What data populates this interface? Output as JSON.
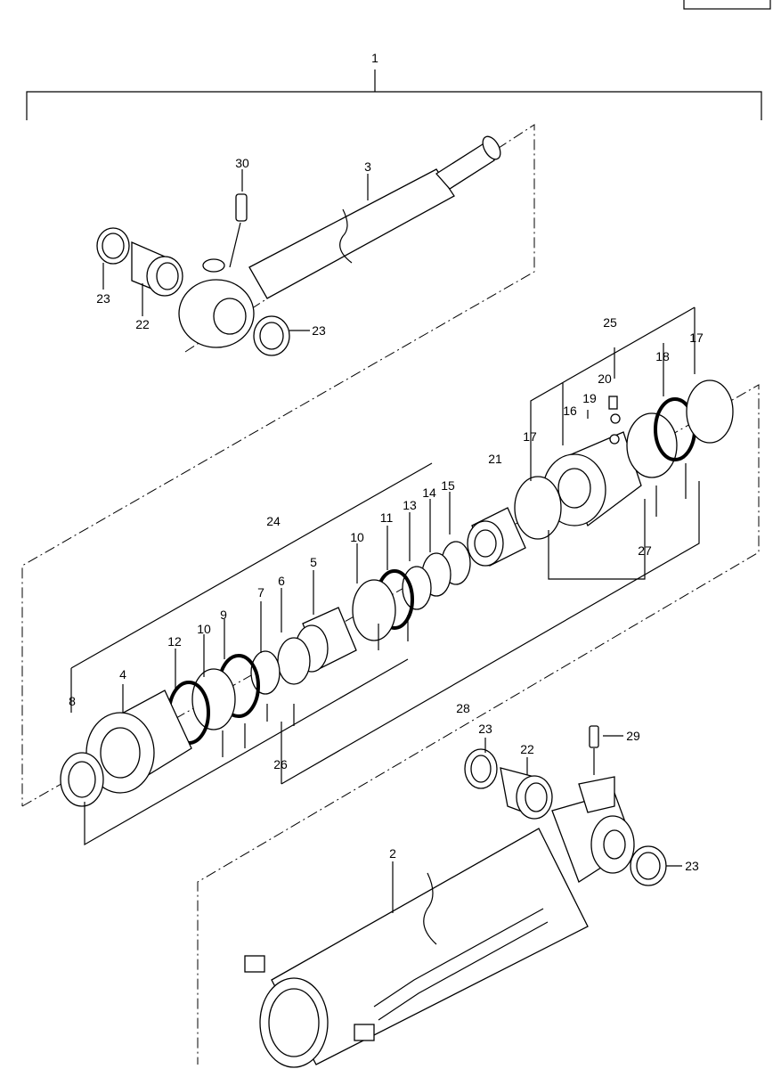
{
  "diagram": {
    "title_box": "",
    "callouts": [
      {
        "id": "c1",
        "label": "1"
      },
      {
        "id": "c3",
        "label": "3"
      },
      {
        "id": "c30",
        "label": "30"
      },
      {
        "id": "c23a",
        "label": "23"
      },
      {
        "id": "c22a",
        "label": "22"
      },
      {
        "id": "c23b",
        "label": "23"
      },
      {
        "id": "c25",
        "label": "25"
      },
      {
        "id": "c17a",
        "label": "17"
      },
      {
        "id": "c18",
        "label": "18"
      },
      {
        "id": "c20",
        "label": "20"
      },
      {
        "id": "c19",
        "label": "19"
      },
      {
        "id": "c16",
        "label": "16"
      },
      {
        "id": "c17b",
        "label": "17"
      },
      {
        "id": "c21",
        "label": "21"
      },
      {
        "id": "c15",
        "label": "15"
      },
      {
        "id": "c14",
        "label": "14"
      },
      {
        "id": "c13",
        "label": "13"
      },
      {
        "id": "c11",
        "label": "11"
      },
      {
        "id": "c10a",
        "label": "10"
      },
      {
        "id": "c24",
        "label": "24"
      },
      {
        "id": "c5",
        "label": "5"
      },
      {
        "id": "c6",
        "label": "6"
      },
      {
        "id": "c7",
        "label": "7"
      },
      {
        "id": "c9",
        "label": "9"
      },
      {
        "id": "c10b",
        "label": "10"
      },
      {
        "id": "c12",
        "label": "12"
      },
      {
        "id": "c4",
        "label": "4"
      },
      {
        "id": "c8",
        "label": "8"
      },
      {
        "id": "c27",
        "label": "27"
      },
      {
        "id": "c28",
        "label": "28"
      },
      {
        "id": "c26",
        "label": "26"
      },
      {
        "id": "c23c",
        "label": "23"
      },
      {
        "id": "c22b",
        "label": "22"
      },
      {
        "id": "c29",
        "label": "29"
      },
      {
        "id": "c2",
        "label": "2"
      },
      {
        "id": "c23d",
        "label": "23"
      }
    ]
  }
}
